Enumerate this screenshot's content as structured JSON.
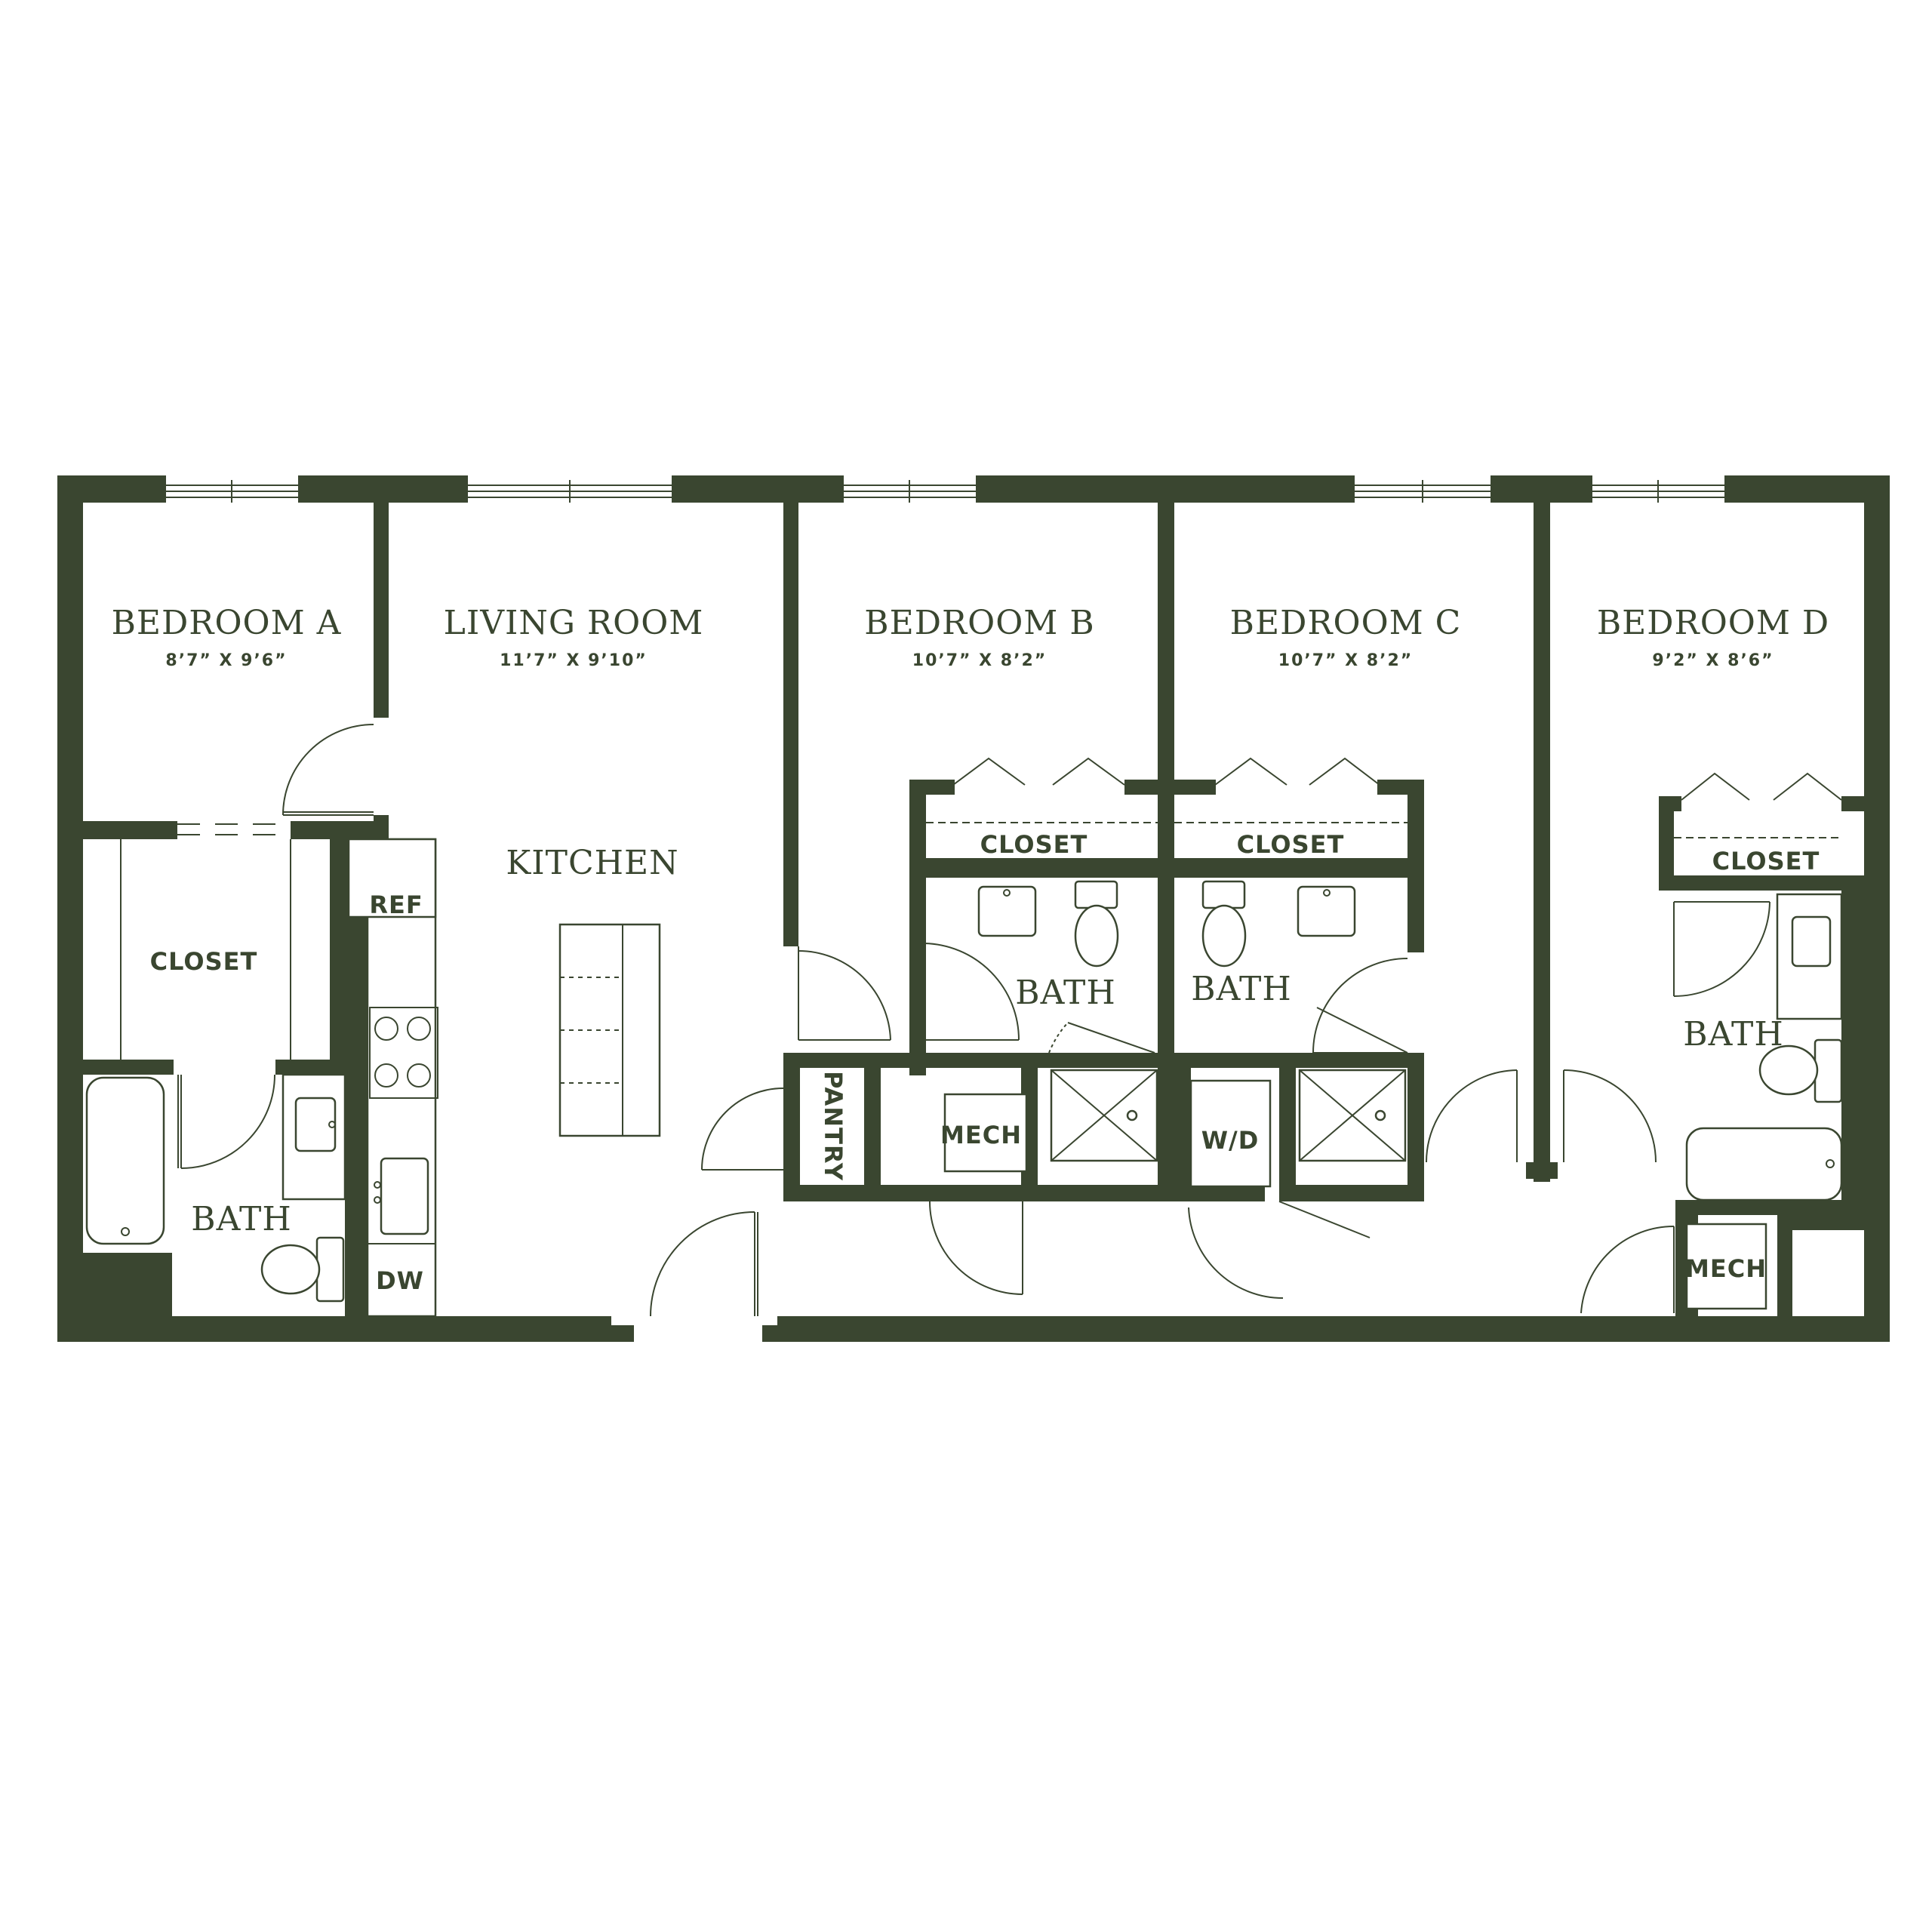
{
  "colors": {
    "wall": "#3a4630",
    "background": "#ffffff"
  },
  "rooms": {
    "bedroom_a": {
      "name": "BEDROOM A",
      "dims": "8’7” X 9’6”"
    },
    "living": {
      "name": "LIVING ROOM",
      "dims": "11’7” X 9’10”"
    },
    "bedroom_b": {
      "name": "BEDROOM B",
      "dims": "10’7” X 8’2”"
    },
    "bedroom_c": {
      "name": "BEDROOM C",
      "dims": "10’7” X 8’2”"
    },
    "bedroom_d": {
      "name": "BEDROOM D",
      "dims": "9’2” X 8’6”"
    },
    "kitchen": {
      "name": "KITCHEN"
    }
  },
  "labels": {
    "closet_a": "CLOSET",
    "closet_b": "CLOSET",
    "closet_c": "CLOSET",
    "closet_d": "CLOSET",
    "bath_a": "BATH",
    "bath_b": "BATH",
    "bath_c": "BATH",
    "bath_d": "BATH",
    "ref": "REF",
    "dw": "DW",
    "pantry": "PANTRY",
    "mech_center": "MECH",
    "mech_right": "MECH",
    "wd": "W/D"
  }
}
